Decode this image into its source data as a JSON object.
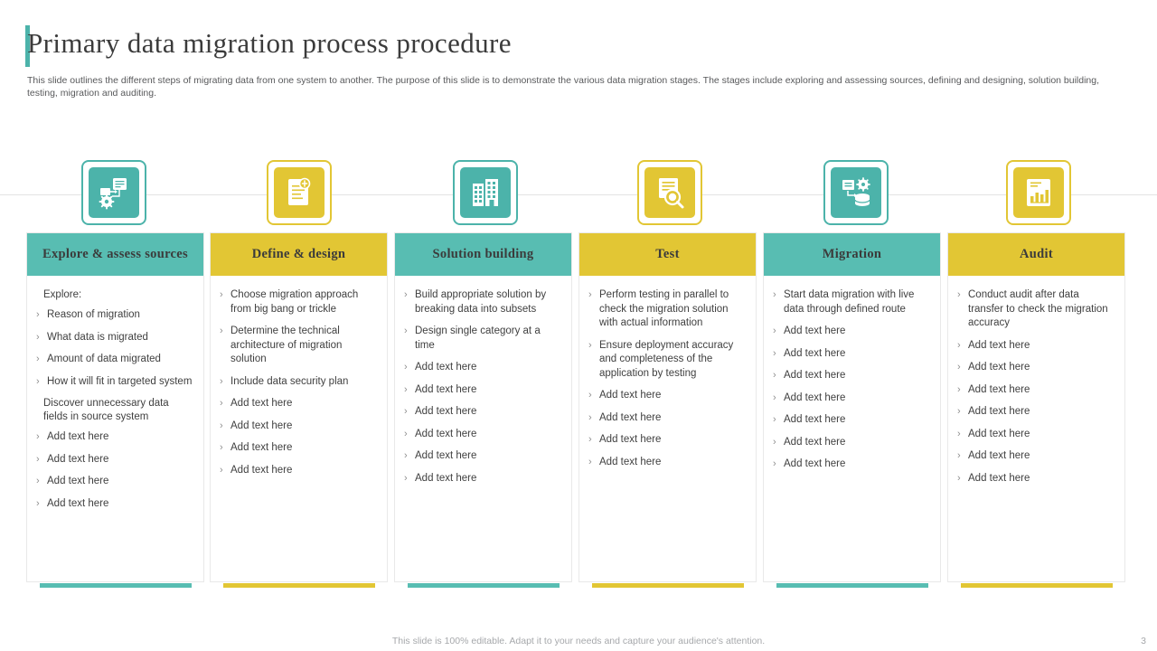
{
  "header": {
    "title": "Primary data migration process procedure",
    "subtitle": "This slide outlines the different steps of migrating data from one system to another. The purpose of this slide is to demonstrate the various data migration stages. The stages include exploring and assessing sources, defining and designing, solution building, testing, migration and auditing."
  },
  "colors": {
    "teal": "#4cb3aa",
    "teal_head": "#58bdb2",
    "gold": "#e2c634"
  },
  "stages": [
    {
      "id": "explore-assess-sources",
      "title": "Explore  & assess sources",
      "theme": "teal",
      "icon": "data-flow-settings-icon",
      "lines": [
        {
          "type": "plain",
          "text": "Explore:"
        },
        {
          "type": "bullet",
          "text": "Reason of migration"
        },
        {
          "type": "bullet",
          "text": "What data is migrated"
        },
        {
          "type": "bullet",
          "text": "Amount of data migrated"
        },
        {
          "type": "bullet",
          "text": "How it will fit in targeted system"
        },
        {
          "type": "plain",
          "text": "Discover unnecessary data fields in source system"
        },
        {
          "type": "bullet",
          "text": "Add text here"
        },
        {
          "type": "bullet",
          "text": "Add text here"
        },
        {
          "type": "bullet",
          "text": "Add text here"
        },
        {
          "type": "bullet",
          "text": "Add text here"
        }
      ]
    },
    {
      "id": "define-design",
      "title": "Define & design",
      "theme": "gold",
      "icon": "document-search-icon",
      "lines": [
        {
          "type": "bullet",
          "text": "Choose migration approach from big bang or trickle"
        },
        {
          "type": "bullet",
          "text": "Determine the technical architecture of migration solution"
        },
        {
          "type": "bullet",
          "text": "Include data security plan"
        },
        {
          "type": "bullet",
          "text": "Add text here"
        },
        {
          "type": "bullet",
          "text": "Add text here"
        },
        {
          "type": "bullet",
          "text": "Add text here"
        },
        {
          "type": "bullet",
          "text": "Add text here"
        }
      ]
    },
    {
      "id": "solution-building",
      "title": "Solution  building",
      "theme": "teal",
      "icon": "building-blocks-icon",
      "lines": [
        {
          "type": "bullet",
          "text": "Build appropriate solution by breaking data into subsets"
        },
        {
          "type": "bullet",
          "text": "Design single category at a time"
        },
        {
          "type": "bullet",
          "text": "Add text here"
        },
        {
          "type": "bullet",
          "text": "Add text here"
        },
        {
          "type": "bullet",
          "text": "Add text here"
        },
        {
          "type": "bullet",
          "text": "Add text here"
        },
        {
          "type": "bullet",
          "text": "Add text here"
        },
        {
          "type": "bullet",
          "text": "Add text here"
        }
      ]
    },
    {
      "id": "test",
      "title": "Test",
      "theme": "gold",
      "icon": "document-magnifier-icon",
      "lines": [
        {
          "type": "bullet",
          "text": "Perform testing in parallel to check the migration solution with actual information"
        },
        {
          "type": "bullet",
          "text": "Ensure deployment accuracy and completeness of the application by testing"
        },
        {
          "type": "bullet",
          "text": "Add text here"
        },
        {
          "type": "bullet",
          "text": "Add text here"
        },
        {
          "type": "bullet",
          "text": "Add text here"
        },
        {
          "type": "bullet",
          "text": "Add text here"
        }
      ]
    },
    {
      "id": "migration",
      "title": "Migration",
      "theme": "teal",
      "icon": "data-transfer-icon",
      "lines": [
        {
          "type": "bullet",
          "text": "Start data migration with live  data through defined route"
        },
        {
          "type": "bullet",
          "text": "Add text here"
        },
        {
          "type": "bullet",
          "text": "Add text here"
        },
        {
          "type": "bullet",
          "text": "Add text here"
        },
        {
          "type": "bullet",
          "text": "Add text here"
        },
        {
          "type": "bullet",
          "text": "Add text here"
        },
        {
          "type": "bullet",
          "text": "Add text here"
        },
        {
          "type": "bullet",
          "text": "Add text here"
        }
      ]
    },
    {
      "id": "audit",
      "title": "Audit",
      "theme": "gold",
      "icon": "bar-chart-report-icon",
      "lines": [
        {
          "type": "bullet",
          "text": "Conduct audit after data transfer to check the migration accuracy"
        },
        {
          "type": "bullet",
          "text": "Add text here"
        },
        {
          "type": "bullet",
          "text": "Add text here"
        },
        {
          "type": "bullet",
          "text": "Add text here"
        },
        {
          "type": "bullet",
          "text": "Add text here"
        },
        {
          "type": "bullet",
          "text": "Add text here"
        },
        {
          "type": "bullet",
          "text": "Add text here"
        },
        {
          "type": "bullet",
          "text": "Add text here"
        }
      ]
    }
  ],
  "footer": {
    "note": "This slide is 100% editable. Adapt it to your needs and capture your audience's attention.",
    "page_number": "3"
  },
  "bullet_glyph": "›"
}
